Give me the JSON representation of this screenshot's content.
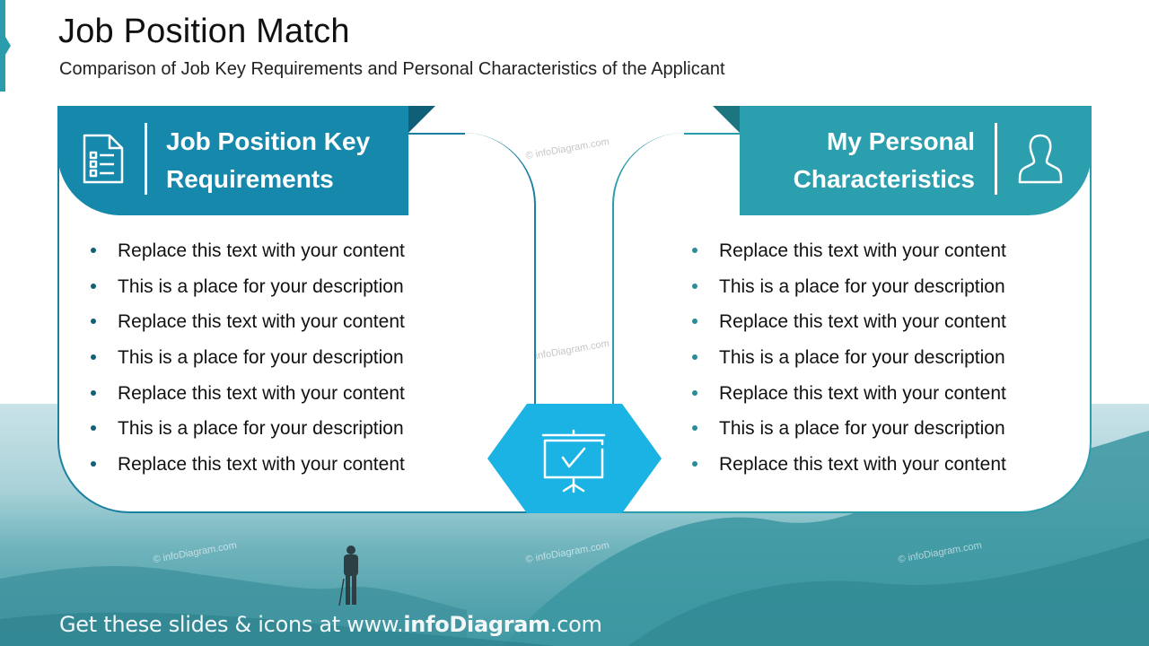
{
  "slide": {
    "title": "Job Position Match",
    "subtitle": "Comparison of Job Key Requirements and Personal Characteristics of the Applicant"
  },
  "left_card": {
    "title_line1": "Job Position Key",
    "title_line2": "Requirements",
    "icon": "checklist-document-icon",
    "header_color": "#1688ab",
    "items": [
      "Replace this text with your content",
      "This is a place for your description",
      "Replace this text with your content",
      "This is a place for your description",
      "Replace this text with your content",
      "This is a place for your description",
      "Replace this text with your content"
    ]
  },
  "right_card": {
    "title_line1": "My Personal",
    "title_line2": "Characteristics",
    "icon": "user-icon",
    "header_color": "#2b9fae",
    "items": [
      "Replace this text with your content",
      "This is a place for your description",
      "Replace this text with your content",
      "This is a place for your description",
      "Replace this text with your content",
      "This is a place for your description",
      "Replace this text with your content"
    ]
  },
  "center": {
    "icon": "presentation-board-check-icon",
    "color": "#1bb3e3"
  },
  "footer": {
    "prefix": "Get these slides & icons at www.",
    "brand": "infoDiagram",
    "suffix": ".com"
  },
  "watermark": "© infoDiagram.com"
}
